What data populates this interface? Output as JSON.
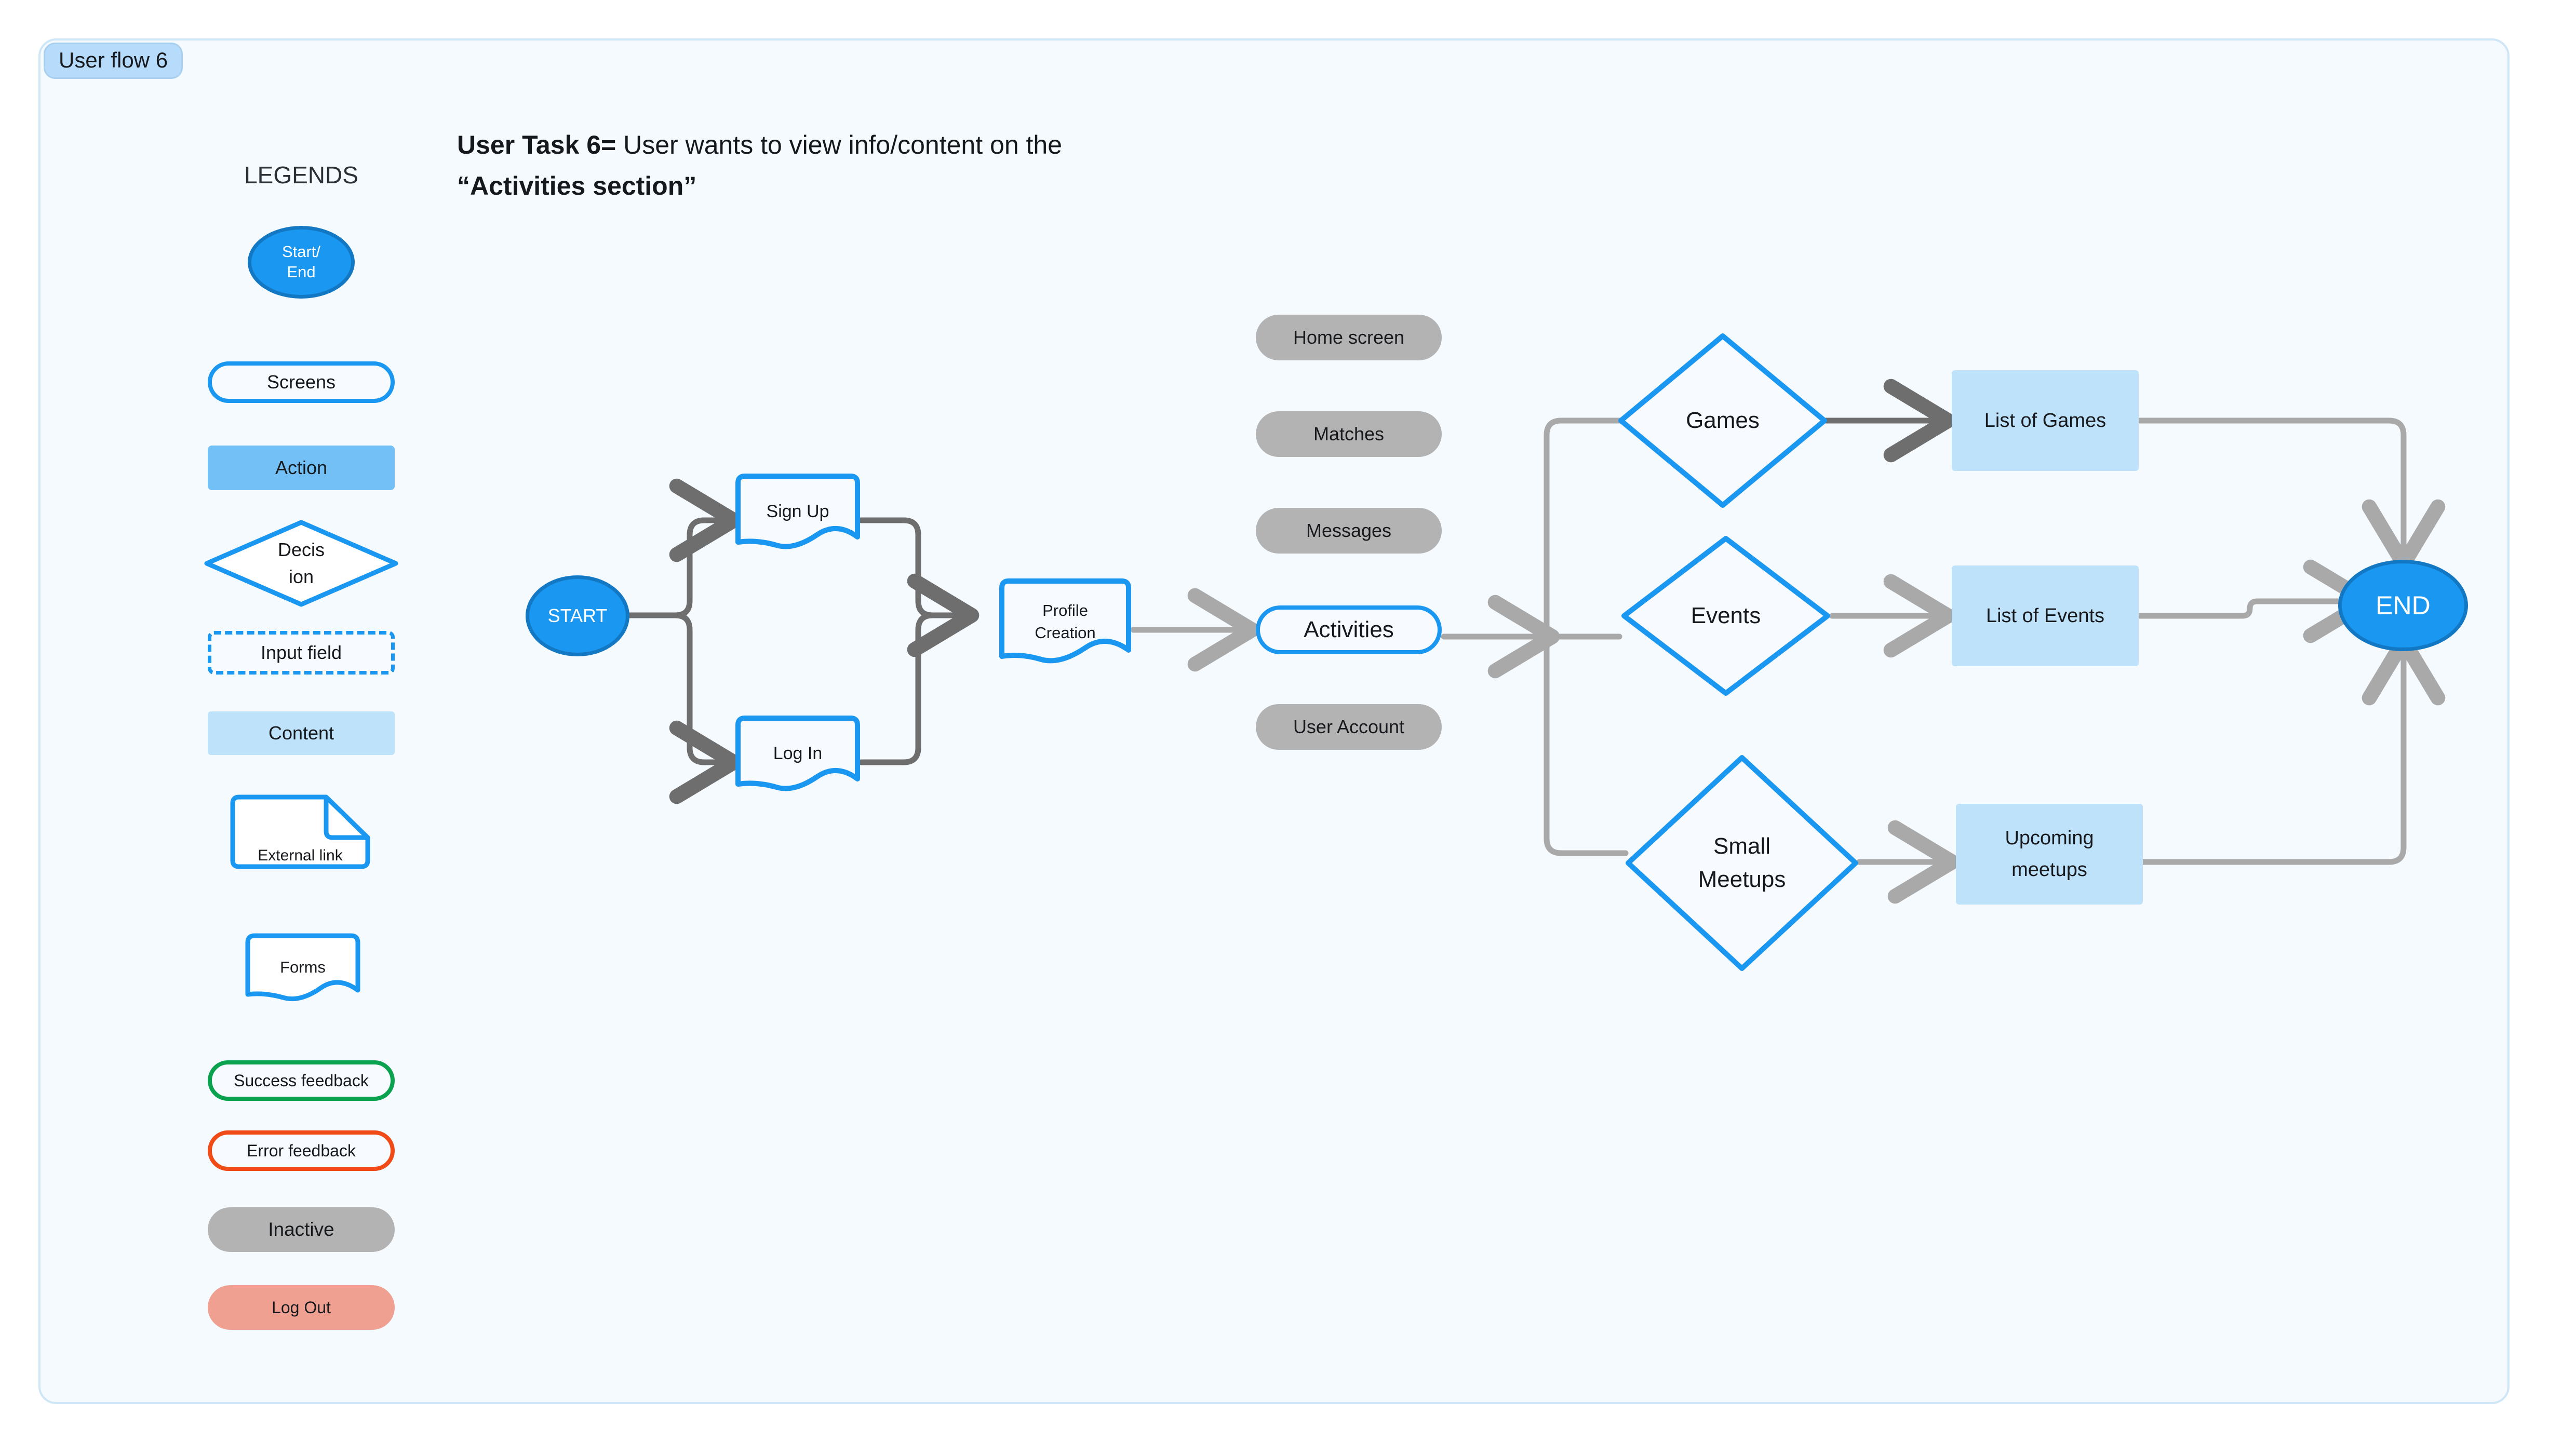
{
  "flow_tag": "User flow 6",
  "legends": {
    "title": "LEGENDS",
    "items": [
      {
        "label": "Start/\nEnd",
        "kind": "terminal"
      },
      {
        "label": "Screens",
        "kind": "screen"
      },
      {
        "label": "Action",
        "kind": "action"
      },
      {
        "label": "Decis\nion",
        "kind": "decision"
      },
      {
        "label": "Input field",
        "kind": "input"
      },
      {
        "label": "Content",
        "kind": "content"
      },
      {
        "label": "External link",
        "kind": "external-link"
      },
      {
        "label": "Forms",
        "kind": "form"
      },
      {
        "label": "Success feedback",
        "kind": "success"
      },
      {
        "label": "Error feedback",
        "kind": "error"
      },
      {
        "label": "Inactive",
        "kind": "inactive"
      },
      {
        "label": "Log Out",
        "kind": "logout"
      }
    ]
  },
  "task": {
    "prefix": "User Task 6=",
    "body": " User wants to view info/content on the “Activities section”",
    "line1_rest": " User wants to view info/content on the",
    "line2": "“Activities section”"
  },
  "flow": {
    "start": "START",
    "end": "END",
    "sign_up": "Sign Up",
    "log_in": "Log In",
    "profile_creation": "Profile\nCreation",
    "menu": [
      {
        "label": "Home screen",
        "state": "inactive"
      },
      {
        "label": "Matches",
        "state": "inactive"
      },
      {
        "label": "Messages",
        "state": "inactive"
      },
      {
        "label": "Activities",
        "state": "active"
      },
      {
        "label": "User Account",
        "state": "inactive"
      }
    ],
    "decisions": [
      {
        "label": "Games"
      },
      {
        "label": "Events"
      },
      {
        "label": "Small\nMeetups"
      }
    ],
    "contents": [
      {
        "label": "List of Games"
      },
      {
        "label": "List of Events"
      },
      {
        "label": "Upcoming\nmeetups"
      }
    ]
  },
  "colors": {
    "canvas_bg": "#f5faff",
    "canvas_border": "#cfe6f7",
    "tag_bg": "#b6dbfb",
    "brand_blue": "#1a97f0",
    "terminal_fill": "#1a97f0",
    "terminal_stroke": "#1278c4",
    "content_fill": "#bfe2fb",
    "action_fill": "#72c0f5",
    "inactive_fill": "#b3b3b3",
    "logout_fill": "#f0a091",
    "success_stroke": "#0aa14f",
    "error_stroke": "#f04a16",
    "wire_gray": "#a9a9a9",
    "wire_dark_gray": "#6e6e6e",
    "text_dark": "#17191d"
  }
}
